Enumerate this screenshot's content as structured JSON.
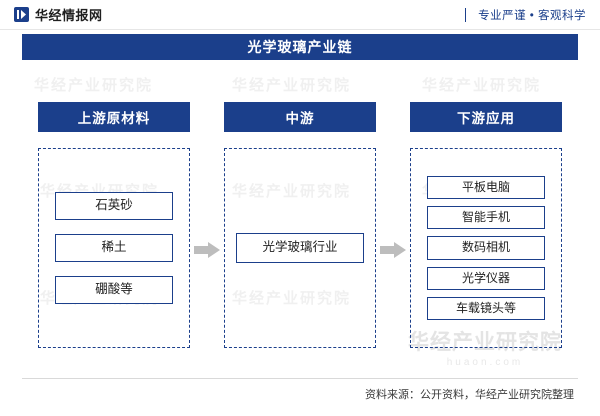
{
  "header": {
    "brand": "华经情报网",
    "slogan": "专业严谨 • 客观科学"
  },
  "title": "光学玻璃产业链",
  "columns": [
    {
      "id": "upstream",
      "head": "上游原材料",
      "nodes": [
        "石英砂",
        "稀土",
        "硼酸等"
      ]
    },
    {
      "id": "midstream",
      "head": "中游",
      "nodes": [
        "光学玻璃行业"
      ]
    },
    {
      "id": "downstream",
      "head": "下游应用",
      "nodes": [
        "平板电脑",
        "智能手机",
        "数码相机",
        "光学仪器",
        "车载镜头等"
      ]
    }
  ],
  "watermarks": {
    "text": "华经产业研究院",
    "logo_text": "华经产业研究院",
    "logo_sub": "huaon.com"
  },
  "footer": {
    "source": "资料来源：公开资料，华经产业研究院整理"
  },
  "colors": {
    "brand_blue": "#1b3f8b",
    "arrow_gray": "#b9b9b9"
  }
}
